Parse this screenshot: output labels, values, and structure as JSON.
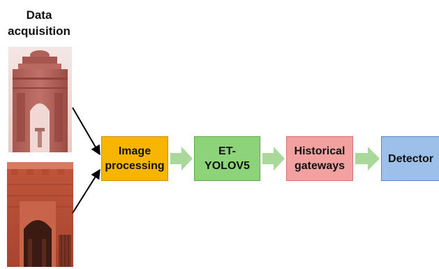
{
  "title": {
    "line1": "Data",
    "line2": "acquisition"
  },
  "images": [
    {
      "id": "photo-india-gate",
      "subject": "monument gateway (arch)"
    },
    {
      "id": "photo-fort-gate",
      "subject": "red stone fort gateway"
    }
  ],
  "boxes": {
    "image_processing": {
      "line1": "Image",
      "line2": "processing"
    },
    "et_yolov5": {
      "label": "ET-YOLOV5"
    },
    "historical_gateways": {
      "line1": "Historical",
      "line2": "gateways"
    },
    "detector": {
      "label": "Detector"
    }
  },
  "colors": {
    "image_processing": "#f7b400",
    "et_yolov5": "#8dd37a",
    "historical_gateways": "#f3a0a0",
    "detector": "#9cc0ea",
    "flow_arrow": "#a9d89a",
    "input_arrow": "#000000"
  }
}
